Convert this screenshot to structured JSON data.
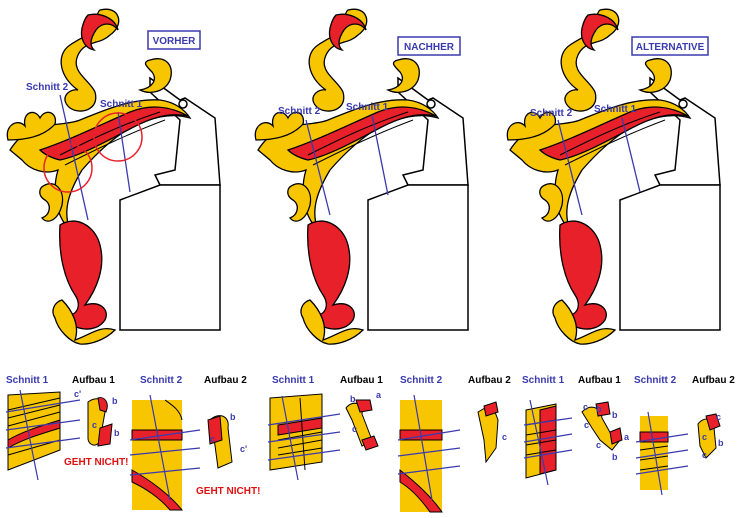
{
  "panels": [
    {
      "title": "VORHER",
      "schnitt1": "Schnitt 1",
      "schnitt2": "Schnitt 2"
    },
    {
      "title": "NACHHER",
      "schnitt1": "Schnitt 1",
      "schnitt2": "Schnitt 2"
    },
    {
      "title": "ALTERNATIVE",
      "schnitt1": "Schnitt 1",
      "schnitt2": "Schnitt 2"
    }
  ],
  "details": [
    {
      "schnitt": "Schnitt 1",
      "aufbau": "Aufbau 1",
      "letters": [
        "c'",
        "b",
        "c",
        "b"
      ],
      "error": "GEHT NICHT!"
    },
    {
      "schnitt": "Schnitt 2",
      "aufbau": "Aufbau 2",
      "letters": [
        "b",
        "c",
        "c'"
      ],
      "error": "GEHT NICHT!"
    },
    {
      "schnitt": "Schnitt 1",
      "aufbau": "Aufbau 1",
      "letters": [
        "b",
        "a",
        "c"
      ],
      "error": ""
    },
    {
      "schnitt": "Schnitt 2",
      "aufbau": "Aufbau 2",
      "letters": [
        "c"
      ],
      "error": ""
    },
    {
      "schnitt": "Schnitt 1",
      "aufbau": "Aufbau 1",
      "letters": [
        "c",
        "b",
        "b",
        "c",
        "a",
        "c",
        "b"
      ],
      "error": ""
    },
    {
      "schnitt": "Schnitt 2",
      "aufbau": "Aufbau 2",
      "letters": [
        "c",
        "c",
        "b",
        "c"
      ],
      "error": ""
    }
  ],
  "colors": {
    "gold": "#f7c600",
    "red": "#e8202a",
    "line": "#3a3ab0",
    "outline": "#000000",
    "error": "#e01010"
  }
}
